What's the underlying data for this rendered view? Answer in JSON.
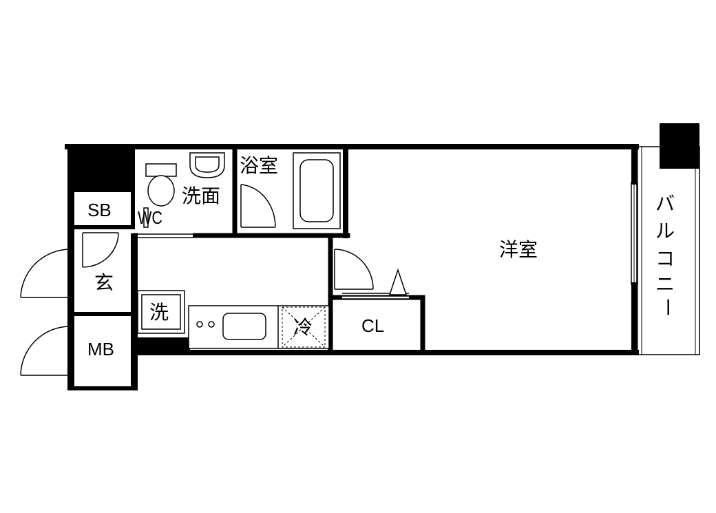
{
  "rooms": {
    "western_room": "洋室",
    "bathroom": "浴室",
    "washroom": "洗面",
    "toilet": "WC",
    "shoe_box": "SB",
    "entrance": "玄",
    "meter_box": "MB",
    "washer": "洗",
    "fridge": "冷",
    "closet": "CL",
    "balcony": [
      "バ",
      "ル",
      "コ",
      "ニ",
      "ー"
    ]
  }
}
